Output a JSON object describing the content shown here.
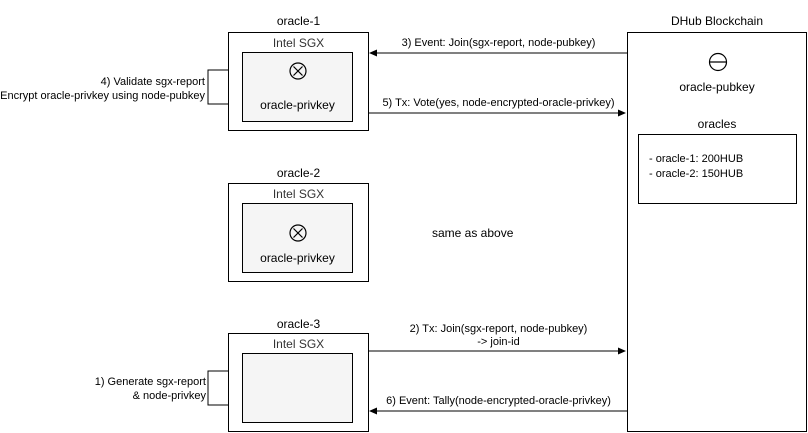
{
  "oracle1": {
    "title": "oracle-1",
    "sgx_label": "Intel SGX",
    "key_label": "oracle-privkey",
    "key_icon": "x-circle-icon"
  },
  "oracle2": {
    "title": "oracle-2",
    "sgx_label": "Intel SGX",
    "key_label": "oracle-privkey",
    "key_icon": "x-circle-icon"
  },
  "oracle3": {
    "title": "oracle-3",
    "sgx_label": "Intel SGX"
  },
  "blockchain": {
    "title": "DHub Blockchain",
    "pubkey_label": "oracle-pubkey",
    "pubkey_icon": "minus-circle-icon",
    "oracles_title": "oracles",
    "oracles_list": [
      "- oracle-1: 200HUB",
      "- oracle-2: 150HUB"
    ]
  },
  "notes": {
    "same_as_above": "same as above",
    "step1_line1": "1) Generate sgx-report",
    "step1_line2": "& node-privkey",
    "step4_line1": "4) Validate sgx-report",
    "step4_line2": "Encrypt oracle-privkey using node-pubkey"
  },
  "messages": {
    "step2_line1": "2) Tx: Join(sgx-report, node-pubkey)",
    "step2_line2": "-> join-id",
    "step3": "3) Event: Join(sgx-report, node-pubkey)",
    "step5": "5) Tx: Vote(yes, node-encrypted-oracle-privkey)",
    "step6": "6) Event: Tally(node-encrypted-oracle-privkey)"
  }
}
